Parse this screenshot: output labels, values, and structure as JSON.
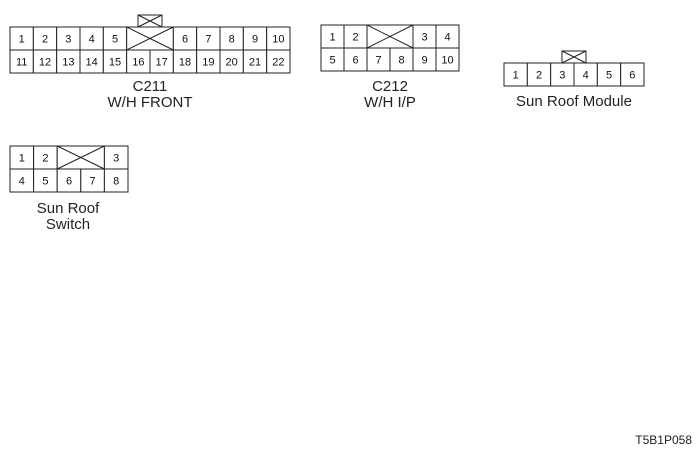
{
  "connectors": [
    {
      "id": "c211",
      "name": "C211",
      "subtitle": "W/H FRONT",
      "tab": true,
      "rows": [
        [
          "1",
          "2",
          "3",
          "4",
          "5",
          null,
          null,
          "6",
          "7",
          "8",
          "9",
          "10"
        ],
        [
          "11",
          "12",
          "13",
          "14",
          "15",
          "16",
          "17",
          "18",
          "19",
          "20",
          "21",
          "22"
        ]
      ]
    },
    {
      "id": "c212",
      "name": "C212",
      "subtitle": "W/H I/P",
      "tab": false,
      "rows": [
        [
          "1",
          "2",
          null,
          null,
          "3",
          "4"
        ],
        [
          "5",
          "6",
          "7",
          "8",
          "9",
          "10"
        ]
      ]
    },
    {
      "id": "sunroof-module",
      "name": "Sun Roof Module",
      "subtitle": "",
      "tab": true,
      "rows": [
        [
          "1",
          "2",
          "3",
          "4",
          "5",
          "6"
        ]
      ]
    },
    {
      "id": "sunroof-switch",
      "name": "Sun Roof",
      "subtitle": "Switch",
      "tab": false,
      "rows": [
        [
          "1",
          "2",
          null,
          null,
          "3"
        ],
        [
          "4",
          "5",
          "6",
          "7",
          "8"
        ]
      ]
    }
  ],
  "figure_code": "T5B1P058"
}
